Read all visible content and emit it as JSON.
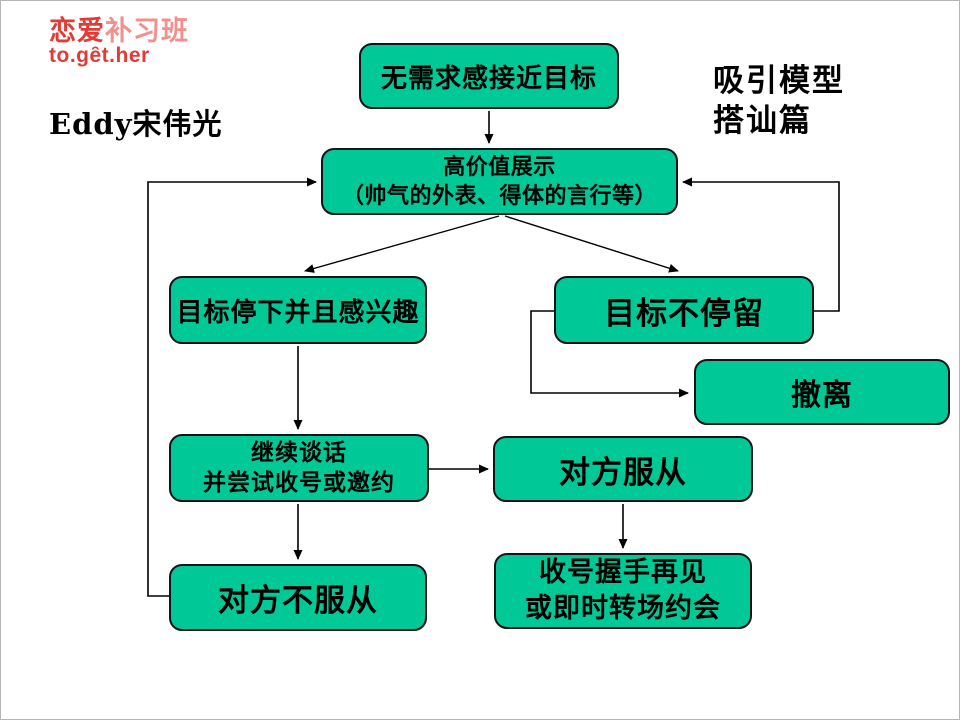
{
  "page": {
    "background": "#ffffff",
    "node_fill": "#00C896",
    "node_border": "#141414",
    "brand_red": "#E23B36",
    "brand_pink": "#F2908D"
  },
  "logo": {
    "brand_cn_primary": "恋爱",
    "brand_cn_secondary": "补习班",
    "brand_en": "to.gȇt.her"
  },
  "author": "Eddy宋伟光",
  "title": {
    "line1": "吸引模型",
    "line2": "搭讪篇"
  },
  "nodes": {
    "approach": {
      "label": "无需求感接近目标"
    },
    "display": {
      "line1": "高价值展示",
      "line2": "（帅气的外表、得体的言行等）"
    },
    "stops": {
      "label": "目标停下并且感兴趣"
    },
    "nostop": {
      "label": "目标不停留"
    },
    "retreat": {
      "label": "撤离"
    },
    "continue": {
      "line1": "继续谈话",
      "line2": "并尝试收号或邀约"
    },
    "comply": {
      "label": "对方服从"
    },
    "refuse": {
      "label": "对方不服从"
    },
    "close": {
      "line1": "收号握手再见",
      "line2": "或即时转场约会"
    }
  },
  "edges": [
    {
      "from": "approach",
      "to": "display"
    },
    {
      "from": "display",
      "to": "stops"
    },
    {
      "from": "display",
      "to": "nostop"
    },
    {
      "from": "stops",
      "to": "continue"
    },
    {
      "from": "continue",
      "to": "comply"
    },
    {
      "from": "continue",
      "to": "refuse"
    },
    {
      "from": "comply",
      "to": "close"
    },
    {
      "from": "nostop",
      "to": "retreat"
    },
    {
      "from": "nostop",
      "to": "display"
    },
    {
      "from": "refuse",
      "to": "display"
    }
  ]
}
